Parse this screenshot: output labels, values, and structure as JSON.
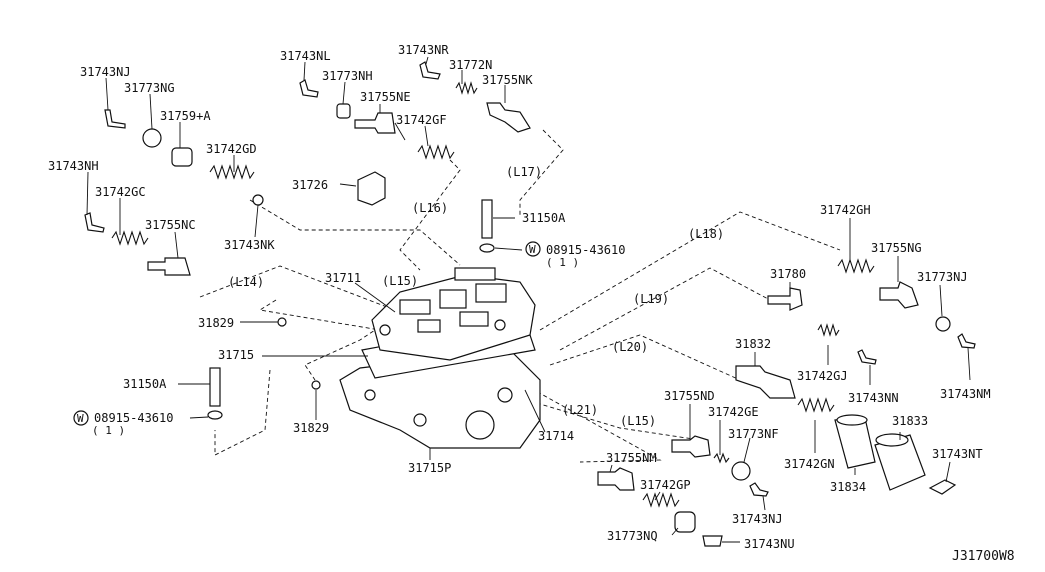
{
  "diagram_id": "J31700W8",
  "labels": {
    "p31743NJ_a": "31743NJ",
    "p31773NG": "31773NG",
    "p31759A": "31759+A",
    "p31742GD": "31742GD",
    "p31743NK": "31743NK",
    "p31743NH": "31743NH",
    "p31742GC": "31742GC",
    "p31755NC": "31755NC",
    "p31743NL": "31743NL",
    "p31773NH": "31773NH",
    "p31755NE": "31755NE",
    "p31742GF": "31742GF",
    "p31743NR": "31743NR",
    "p31772N": "31772N",
    "p31755NK": "31755NK",
    "p31726": "31726",
    "p31150A_a": "31150A",
    "p08915_a": "08915-43610",
    "p08915_a_qty": "( 1 )",
    "p31711": "31711",
    "p31829_a": "31829",
    "p31715": "31715",
    "p31150A_b": "31150A",
    "p08915_b": "08915-43610",
    "p08915_b_qty": "( 1 )",
    "p31829_b": "31829",
    "p31715P": "31715P",
    "p31714": "31714",
    "p31742GH": "31742GH",
    "p31755NG": "31755NG",
    "p31773NJ": "31773NJ",
    "p31743NM": "31743NM",
    "p31780": "31780",
    "p31742GJ": "31742GJ",
    "p31743NN": "31743NN",
    "p31832": "31832",
    "p31755ND": "31755ND",
    "p31742GE": "31742GE",
    "p31773NF": "31773NF",
    "p31742GN": "31742GN",
    "p31833": "31833",
    "p31834": "31834",
    "p31743NT": "31743NT",
    "p31755NM": "31755NM",
    "p31742GP": "31742GP",
    "p31743NJ_b": "31743NJ",
    "p31773NQ": "31773NQ",
    "p31743NU": "31743NU"
  },
  "leaders": {
    "L14": "(L14)",
    "L15_a": "(L15)",
    "L15_b": "(L15)",
    "L16": "(L16)",
    "L17": "(L17)",
    "L18": "(L18)",
    "L19": "(L19)",
    "L20": "(L20)",
    "L21": "(L21)"
  },
  "washer_symbol": "W"
}
